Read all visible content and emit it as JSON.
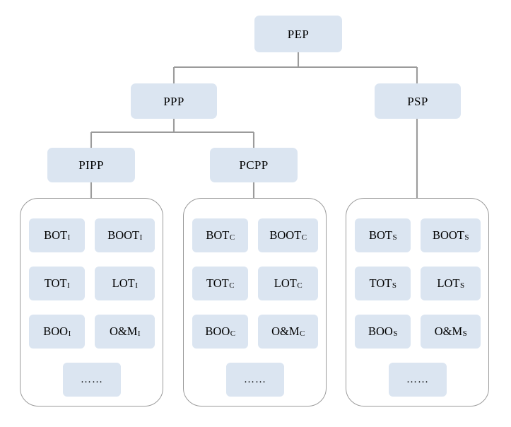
{
  "diagram": {
    "title": "PPP / PSP project delivery model taxonomy tree",
    "colors": {
      "node_fill": "#dbe5f1",
      "group_border": "#9b9b9b",
      "edge": "#9b9b9b",
      "background": "#ffffff",
      "text": "#000000"
    },
    "root": {
      "label": "PEP"
    },
    "level2": [
      {
        "label": "PPP"
      },
      {
        "label": "PSP"
      }
    ],
    "level3": [
      {
        "label": "PIPP"
      },
      {
        "label": "PCPP"
      }
    ],
    "groups": [
      {
        "id": "group-pipp",
        "parent": "PIPP",
        "subscript": "I",
        "leaves": [
          {
            "base": "BOT",
            "sub": "I"
          },
          {
            "base": "BOOT",
            "sub": "I"
          },
          {
            "base": "TOT",
            "sub": "I"
          },
          {
            "base": "LOT",
            "sub": "I"
          },
          {
            "base": "BOO",
            "sub": "I"
          },
          {
            "base": "O&M",
            "sub": "I"
          }
        ],
        "ellipsis": "……"
      },
      {
        "id": "group-pcpp",
        "parent": "PCPP",
        "subscript": "C",
        "leaves": [
          {
            "base": "BOT",
            "sub": "C"
          },
          {
            "base": "BOOT",
            "sub": "C"
          },
          {
            "base": "TOT",
            "sub": "C"
          },
          {
            "base": "LOT",
            "sub": "C"
          },
          {
            "base": "BOO",
            "sub": "C"
          },
          {
            "base": "O&M",
            "sub": "C"
          }
        ],
        "ellipsis": "……"
      },
      {
        "id": "group-psp",
        "parent": "PSP",
        "subscript": "S",
        "leaves": [
          {
            "base": "BOT",
            "sub": "S"
          },
          {
            "base": "BOOT",
            "sub": "S"
          },
          {
            "base": "TOT",
            "sub": "S"
          },
          {
            "base": "LOT",
            "sub": "S"
          },
          {
            "base": "BOO",
            "sub": "S"
          },
          {
            "base": "O&M",
            "sub": "S"
          }
        ],
        "ellipsis": "……"
      }
    ]
  }
}
